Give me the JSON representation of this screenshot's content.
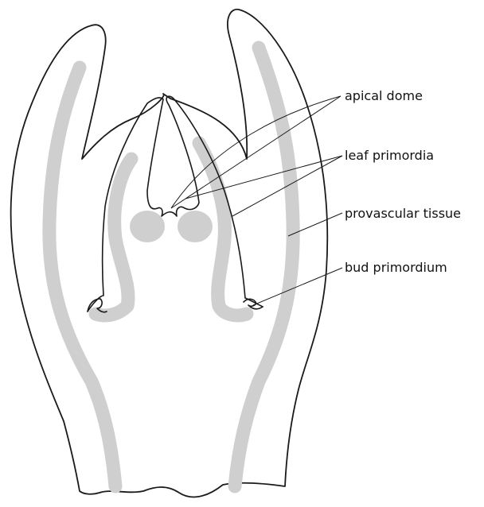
{
  "labels": {
    "apical_dome": "apical dome",
    "leaf_primordia": "leaf primordia",
    "provascular_tissue": "provascular tissue",
    "bud_primordium": "bud primordium"
  },
  "colors": {
    "outline": "#1a1a1a",
    "provascular": "#cfcfcf",
    "background": "#ffffff"
  }
}
